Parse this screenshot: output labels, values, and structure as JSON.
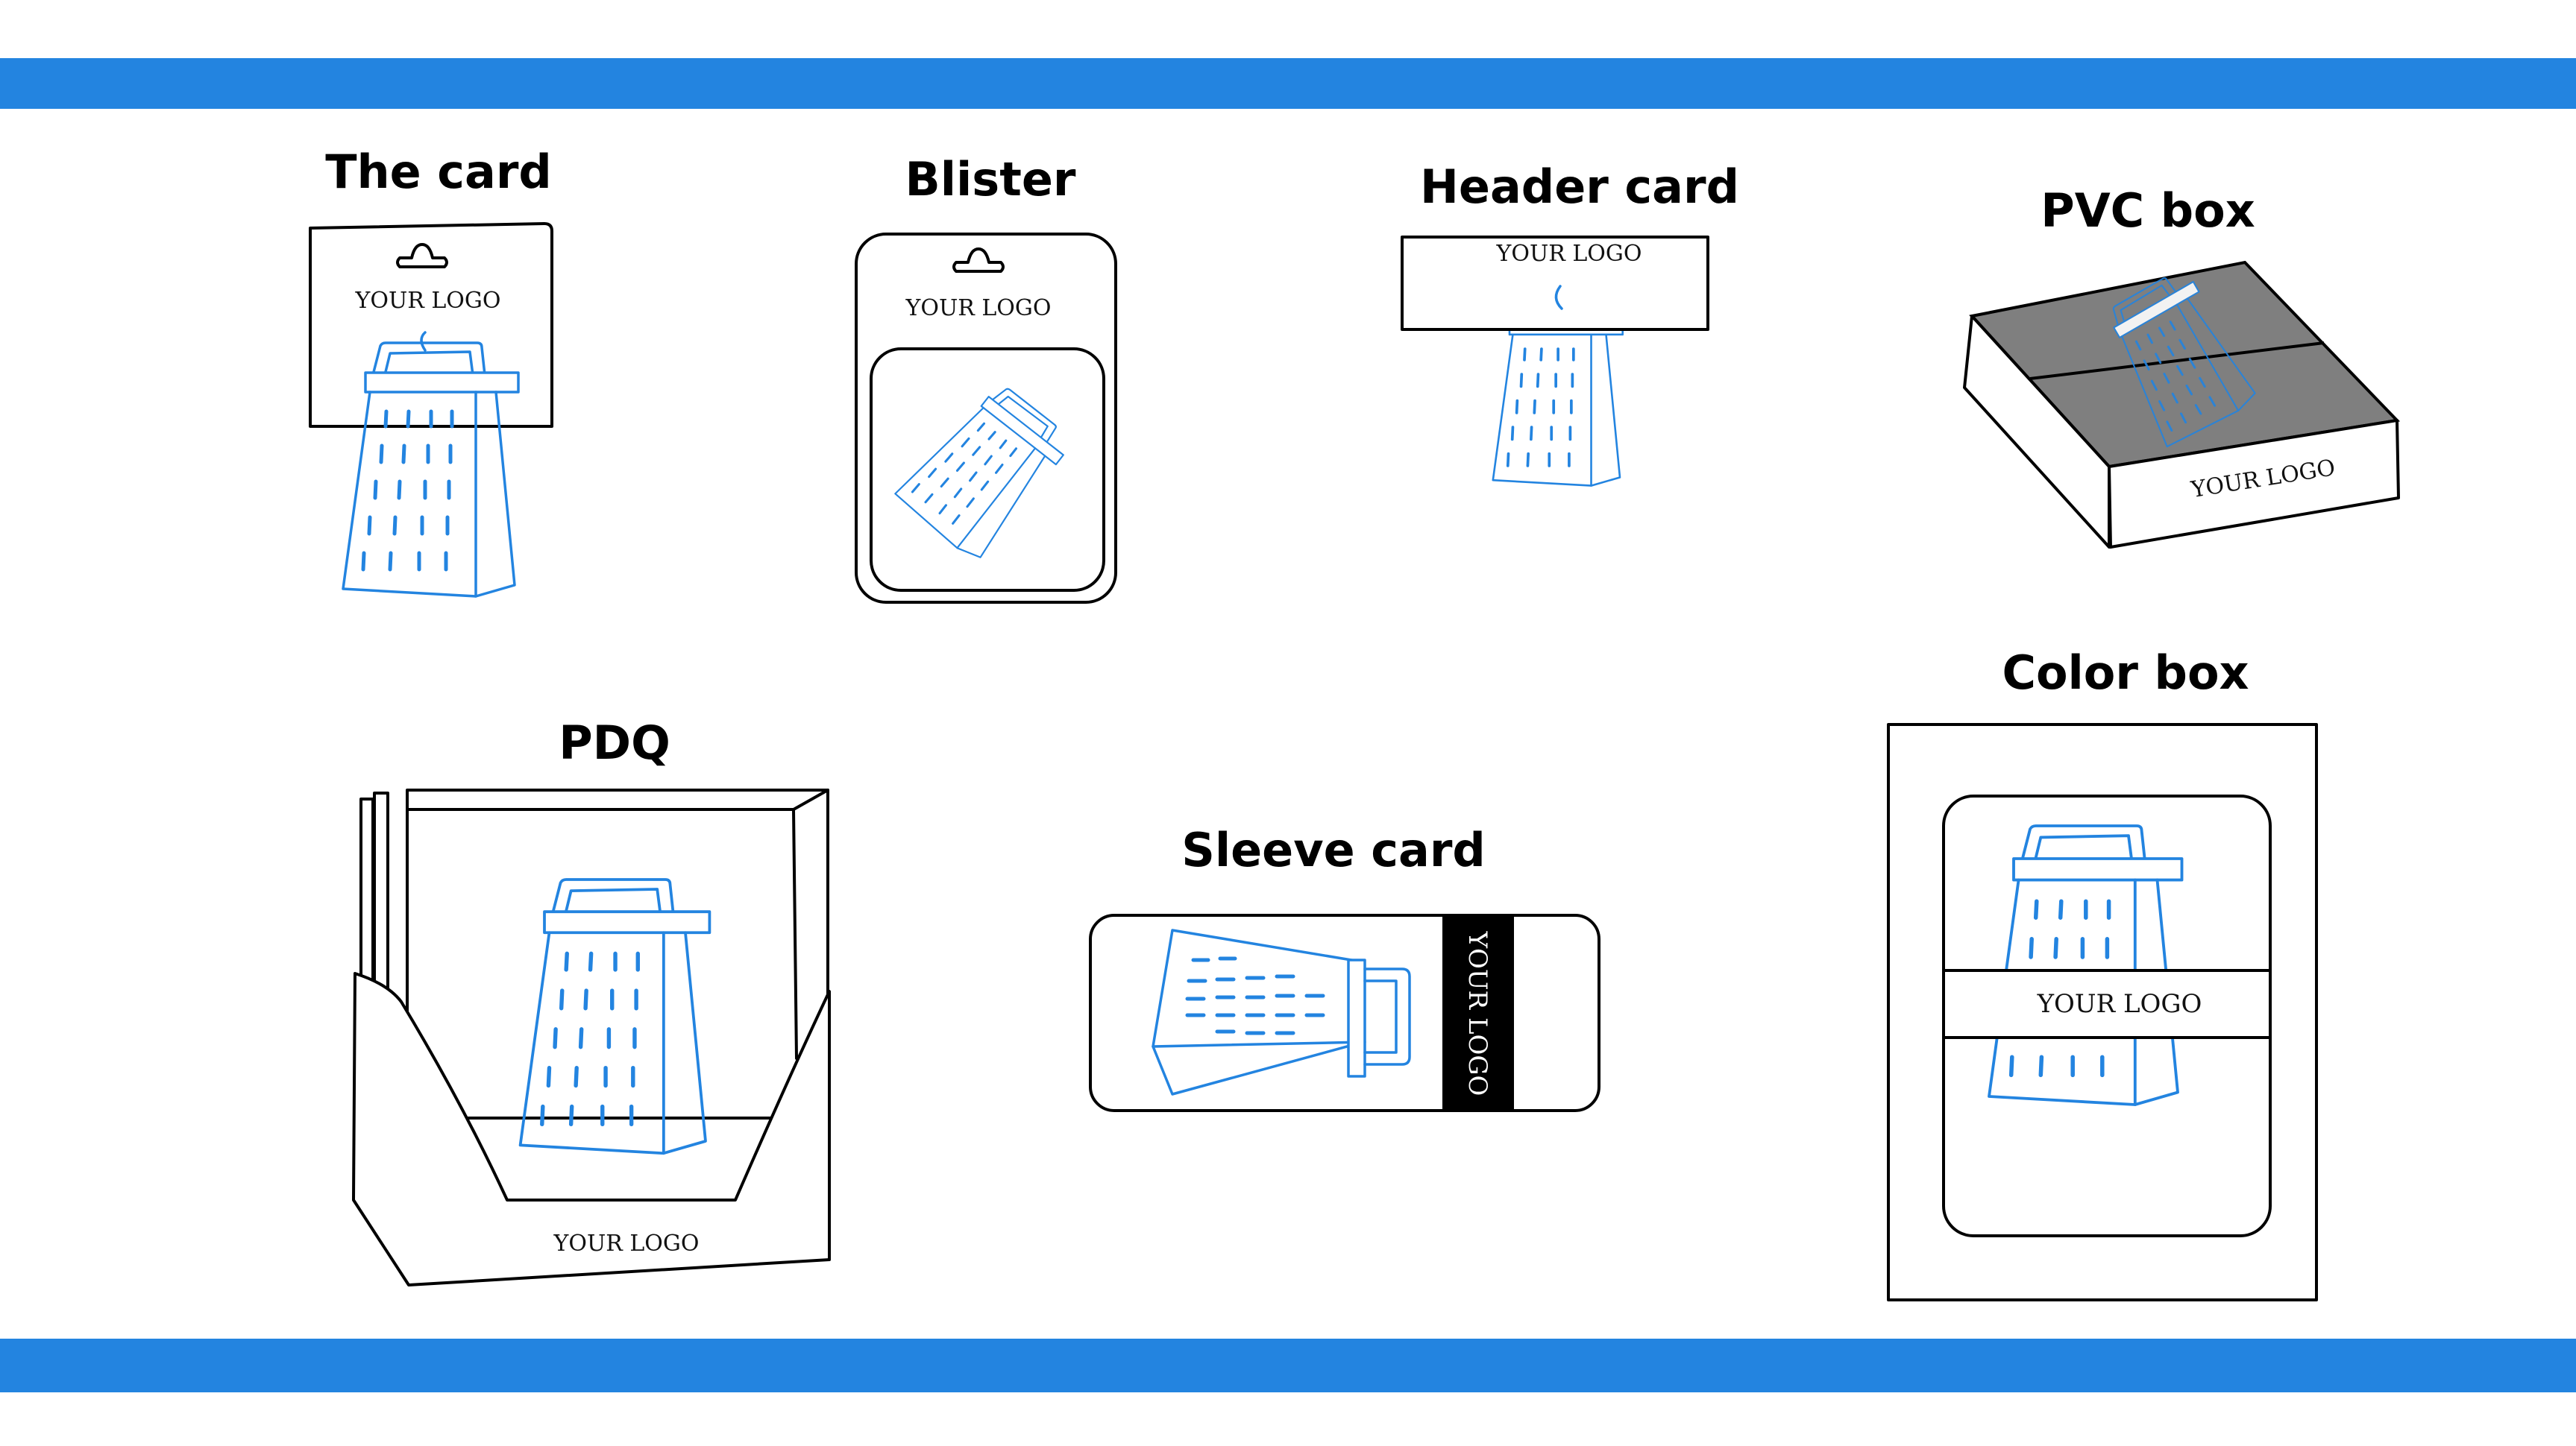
{
  "colors": {
    "accent": "#2384e0",
    "text": "#000000"
  },
  "packages": [
    {
      "title": "The card",
      "logo": "YOUR LOGO"
    },
    {
      "title": "Blister",
      "logo": "YOUR LOGO"
    },
    {
      "title": "Header card",
      "logo": "YOUR LOGO"
    },
    {
      "title": "PVC box",
      "logo": "YOUR LOGO"
    },
    {
      "title": "PDQ",
      "logo": "YOUR LOGO"
    },
    {
      "title": "Sleeve card",
      "logo": "YOUR LOGO"
    },
    {
      "title": "Color box",
      "logo": "YOUR LOGO"
    }
  ],
  "icons": [
    "cheese-grater-icon",
    "hang-hole-icon"
  ]
}
